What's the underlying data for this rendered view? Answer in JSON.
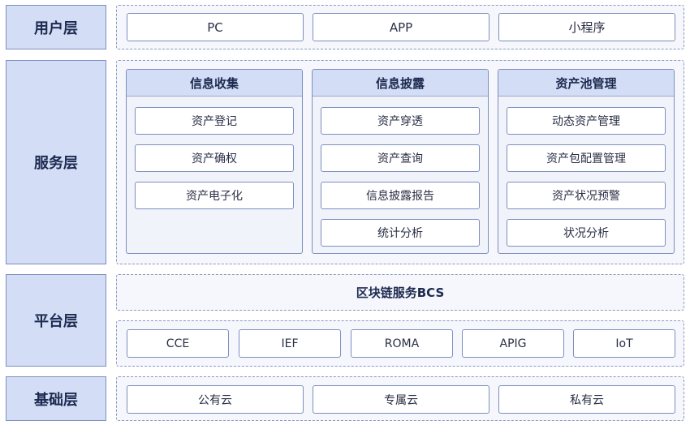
{
  "layers": {
    "user": {
      "label": "用户层",
      "items": [
        "PC",
        "APP",
        "小程序"
      ]
    },
    "service": {
      "label": "服务层",
      "panels": [
        {
          "title": "信息收集",
          "items": [
            "资产登记",
            "资产确权",
            "资产电子化"
          ]
        },
        {
          "title": "信息披露",
          "items": [
            "资产穿透",
            "资产查询",
            "信息披露报告",
            "统计分析"
          ]
        },
        {
          "title": "资产池管理",
          "items": [
            "动态资产管理",
            "资产包配置管理",
            "资产状况预警",
            "状况分析"
          ]
        }
      ]
    },
    "platform": {
      "label": "平台层",
      "bcs": "区块链服务BCS",
      "items": [
        "CCE",
        "IEF",
        "ROMA",
        "APIG",
        "IoT"
      ]
    },
    "base": {
      "label": "基础层",
      "items": [
        "公有云",
        "专属云",
        "私有云"
      ]
    }
  }
}
